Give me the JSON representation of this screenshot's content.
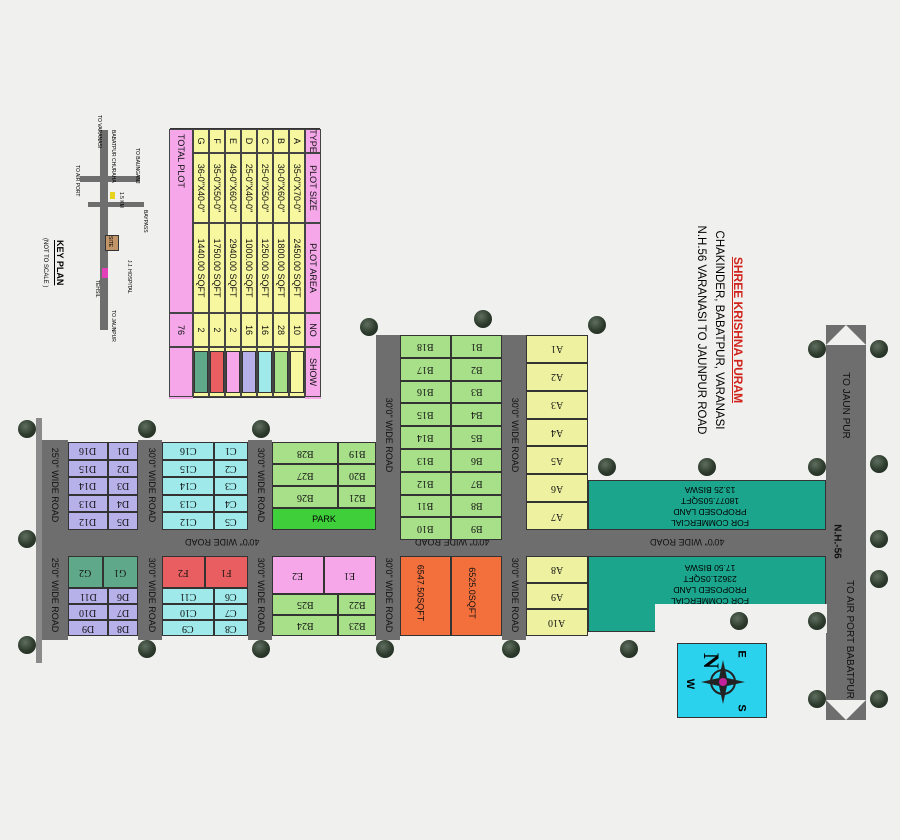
{
  "title": {
    "name": "SHREE KRISHNA PURAM",
    "line1": "CHAKINDER, BABATPUR, VARANASI",
    "line2": "N.H.56 VARANASI TO JAUNPUR ROAD"
  },
  "colors": {
    "title_red": "#d0231c",
    "road": "#6e6e6e",
    "B_green": "#a8e08a",
    "A_yellow": "#eef2a0",
    "C_cyan": "#9fe9ea",
    "D_purple": "#b7b1ea",
    "G_green": "#5fa88a",
    "F_red": "#e95e60",
    "E_pink": "#f5a7ea",
    "orange": "#f36f3c",
    "teal": "#1ca58d",
    "park": "#3fcf3a",
    "compass_bg": "#2bd2ee"
  },
  "table": {
    "headers": [
      "TYPE",
      "PLOT SIZE",
      "PLOT AREA",
      "NO",
      "SHOW"
    ],
    "rows": [
      {
        "type": "A",
        "size": "35-0\"X70-0\"",
        "area": "2450.00 SQFT",
        "no": "10",
        "color": "#f7f7a0"
      },
      {
        "type": "B",
        "size": "30-0\"X60-0\"",
        "area": "1800.00 SQFT",
        "no": "28",
        "color": "#a8e08a"
      },
      {
        "type": "C",
        "size": "25-0\"X50-0\"",
        "area": "1250.00 SQFT",
        "no": "16",
        "color": "#9fe9ea"
      },
      {
        "type": "D",
        "size": "25-0\"X40-0\"",
        "area": "1000.00 SQFT",
        "no": "16",
        "color": "#b7b1ea"
      },
      {
        "type": "E",
        "size": "49-0\"X60-0\"",
        "area": "2940.00 SQFT",
        "no": "2",
        "color": "#f5a7ea"
      },
      {
        "type": "F",
        "size": "35-0\"X50-0\"",
        "area": "1750.00 SQFT",
        "no": "2",
        "color": "#e95e60"
      },
      {
        "type": "G",
        "size": "36-0\"X40-0\"",
        "area": "1440.00 SQFT",
        "no": "2",
        "color": "#5fa88a"
      }
    ],
    "total_label": "TOTAL PLOT",
    "total_value": "76"
  },
  "key_plan": {
    "title": "KEY PLAN",
    "subtitle": "(NOT TO SCALE )",
    "labels": {
      "varanasi": "TO VARANASI",
      "babatpur": "BABATPUR CHURAHA",
      "bauliganj": "TO BAUNGANJ",
      "airport": "TO AIR PORT",
      "km": "1.5 KM",
      "bypass": "BAYPASS",
      "site": "SITE",
      "hospital": "J.J. HOSPITAL",
      "tehsil": "TEHSIL",
      "jaunpur": "TO JAUNPUR"
    }
  },
  "roads": {
    "wide30": "30'0\" WIDE ROAD",
    "wide25": "25'0\" WIDE ROAD",
    "wide40": "40'0\" WIDE ROAD",
    "nh": "N.H.-56",
    "to_jaunpur": "TO JAUN PUR",
    "to_airport": "TO AIR PORT BABATPUR"
  },
  "plots": {
    "B_left": [
      "B18",
      "B17",
      "B16",
      "B15",
      "B14",
      "B13",
      "B12",
      "B11",
      "B10"
    ],
    "B_right": [
      "B1",
      "B2",
      "B3",
      "B4",
      "B5",
      "B6",
      "B7",
      "B8",
      "B9"
    ],
    "A_top": [
      "A1",
      "A2",
      "A3",
      "A4",
      "A5",
      "A6",
      "A7"
    ],
    "A_bottom": [
      "A8",
      "A9",
      "A10"
    ],
    "B_mid_left": [
      "B28",
      "B27",
      "B26"
    ],
    "B_mid_right": [
      "B19",
      "B20",
      "B21"
    ],
    "park": "PARK",
    "C_left_top": [
      "C16",
      "C15",
      "C14",
      "C13",
      "C12"
    ],
    "C_right_top": [
      "C1",
      "C2",
      "C3",
      "C4",
      "C5"
    ],
    "D_left_top": [
      "D16",
      "D15",
      "D14",
      "D13",
      "D12"
    ],
    "D_right_top": [
      "D1",
      "D2",
      "D3",
      "D4",
      "D5"
    ],
    "G": [
      "G2",
      "G1"
    ],
    "D_left_bot": [
      "D11",
      "D10",
      "D9"
    ],
    "D_right_bot": [
      "D6",
      "D7",
      "D8"
    ],
    "F": [
      "F2",
      "F1"
    ],
    "C_left_bot": [
      "C11",
      "C10",
      "C9"
    ],
    "C_right_bot": [
      "C6",
      "C7",
      "C8"
    ],
    "E": [
      "E2",
      "E1"
    ],
    "B_bot_left": [
      "B25",
      "B24"
    ],
    "B_bot_right": [
      "B22",
      "B23"
    ],
    "orange_left": "6547.50SQFT",
    "orange_right": "6525.0SQFT",
    "commercial_top": {
      "l1": "FOR COMMERCIAL",
      "l2": "PROPOSED LAND",
      "l3": "18077.50SQFT",
      "l4": "13.25 BISWA"
    },
    "commercial_bot": {
      "l1": "FOR COMMERCIAL",
      "l2": "PROPOSED LAND",
      "l3": "23621.0SQFT",
      "l4": "17.50 BISWA"
    }
  },
  "compass": {
    "n": "N",
    "e": "E",
    "s": "S",
    "w": "W"
  }
}
